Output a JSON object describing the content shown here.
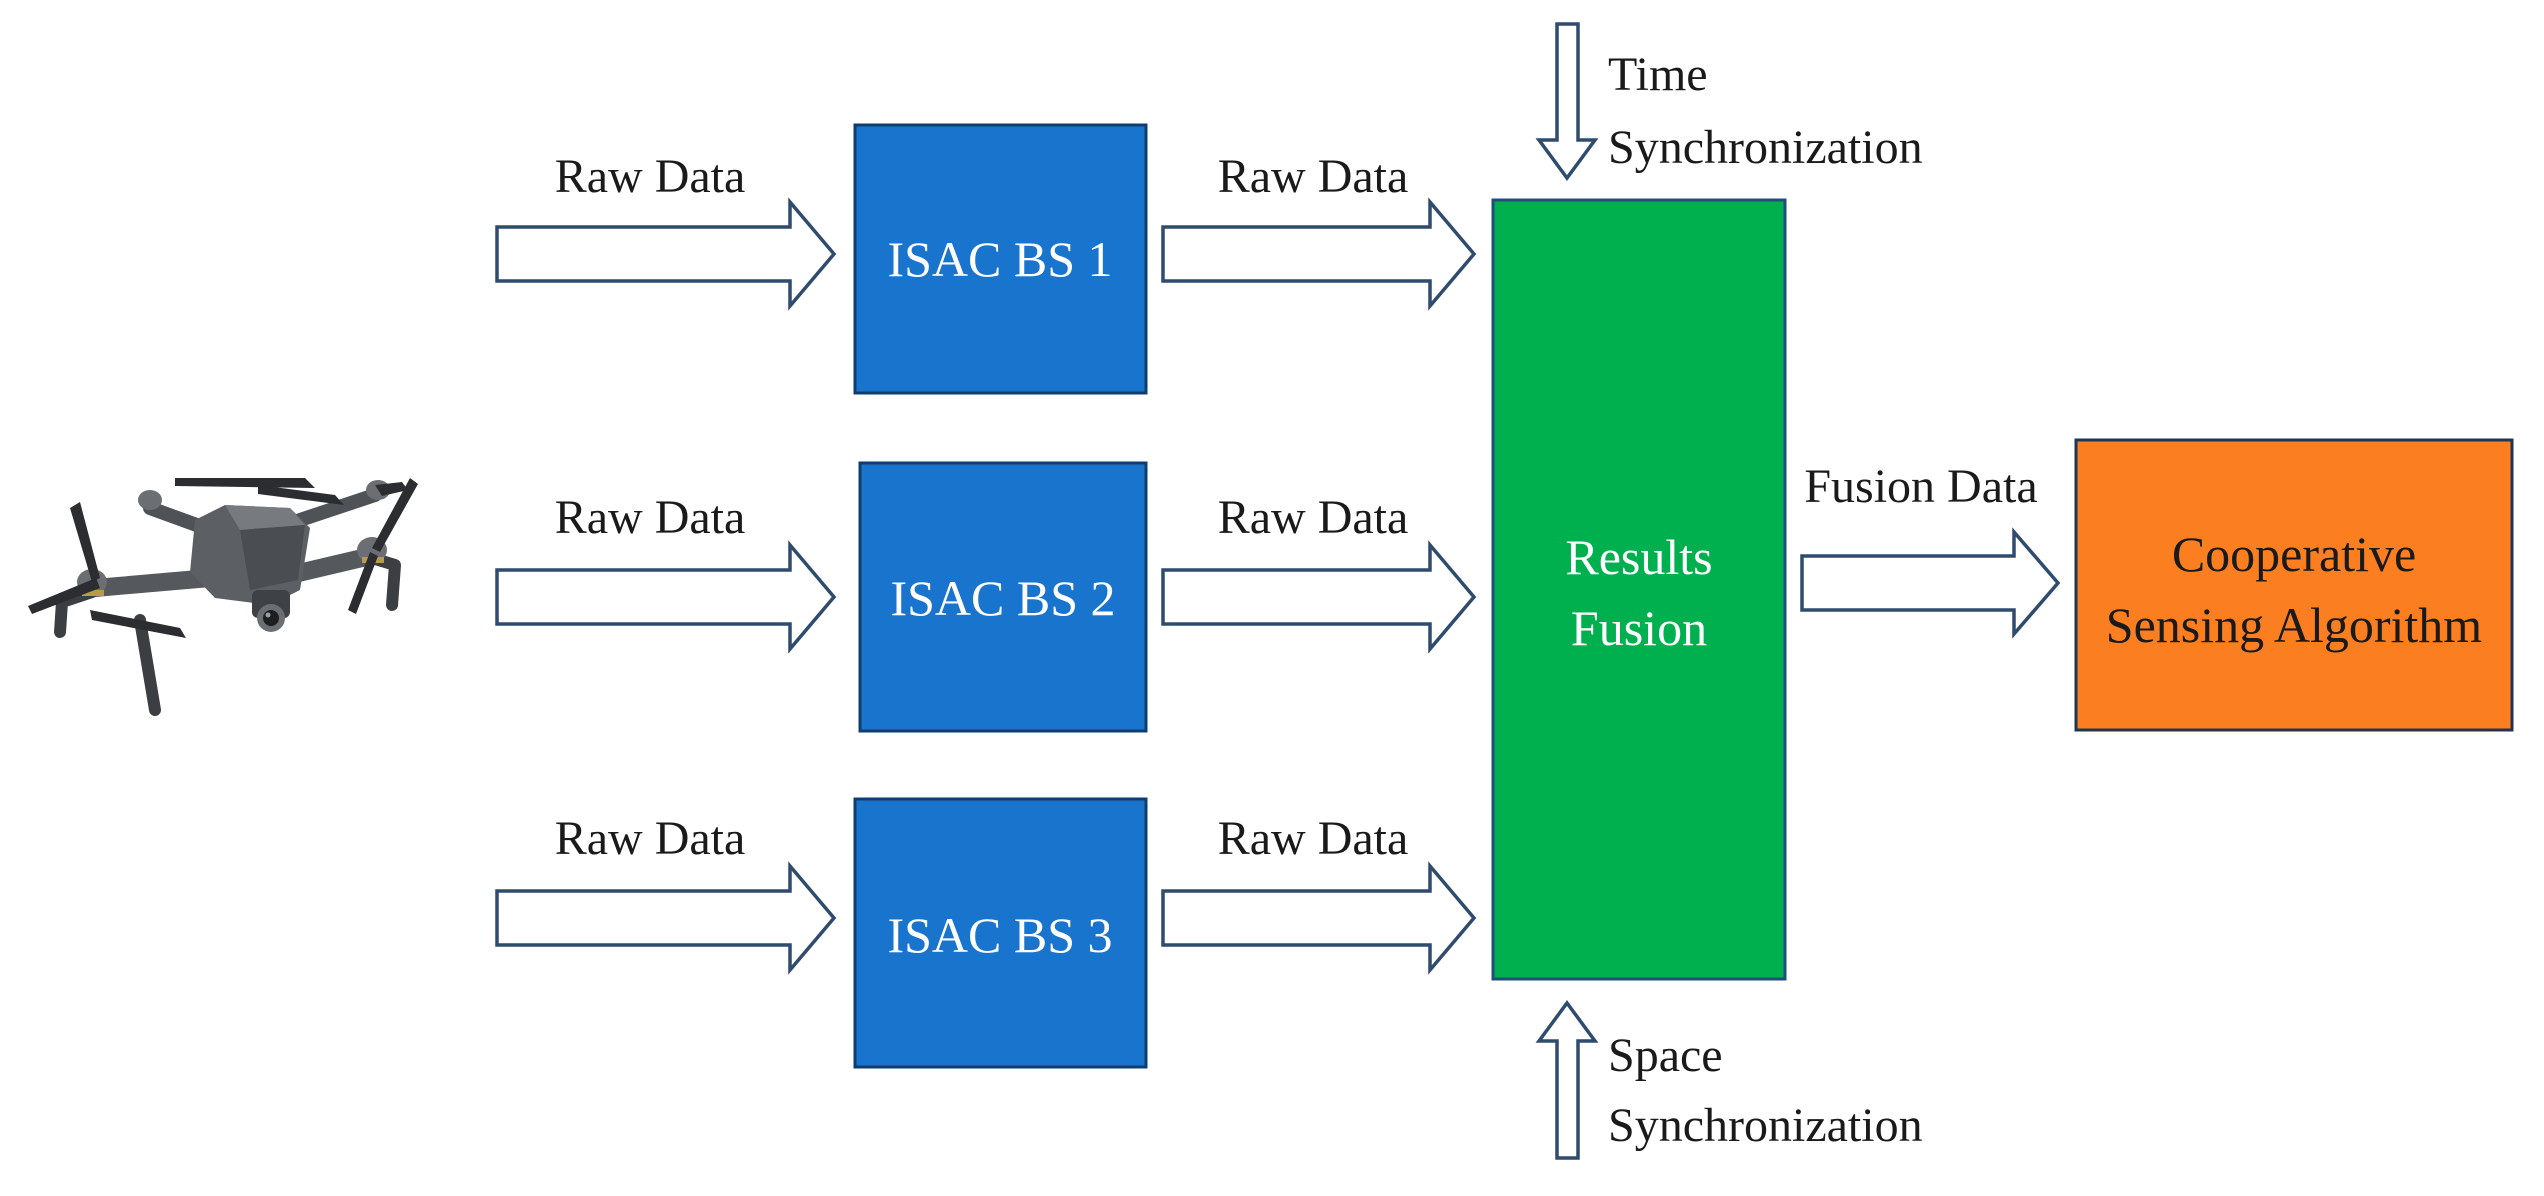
{
  "colors": {
    "bs_fill": "#1874CD",
    "bs_stroke": "#0f3d70",
    "fusion_fill": "#00B04F",
    "fusion_stroke": "#1f4e79",
    "algorithm_fill": "#FB7E21",
    "algorithm_stroke": "#1f3554",
    "box_text_light": "#ffffff",
    "box_text_dark": "#1a1a1a",
    "arrow_outline": "#2f4b6e"
  },
  "drone": {
    "icon": "drone-icon"
  },
  "rows": [
    {
      "input_label": "Raw Data",
      "bs_label": "ISAC BS 1",
      "output_label": "Raw Data"
    },
    {
      "input_label": "Raw Data",
      "bs_label": "ISAC BS 2",
      "output_label": "Raw Data"
    },
    {
      "input_label": "Raw Data",
      "bs_label": "ISAC BS 3",
      "output_label": "Raw Data"
    }
  ],
  "fusion": {
    "line1": "Results",
    "line2": "Fusion"
  },
  "time_sync": {
    "line1": "Time",
    "line2": "Synchronization"
  },
  "space_sync": {
    "line1": "Space",
    "line2": "Synchronization"
  },
  "fusion_output_label": "Fusion Data",
  "algorithm": {
    "line1": "Cooperative",
    "line2": "Sensing Algorithm"
  }
}
